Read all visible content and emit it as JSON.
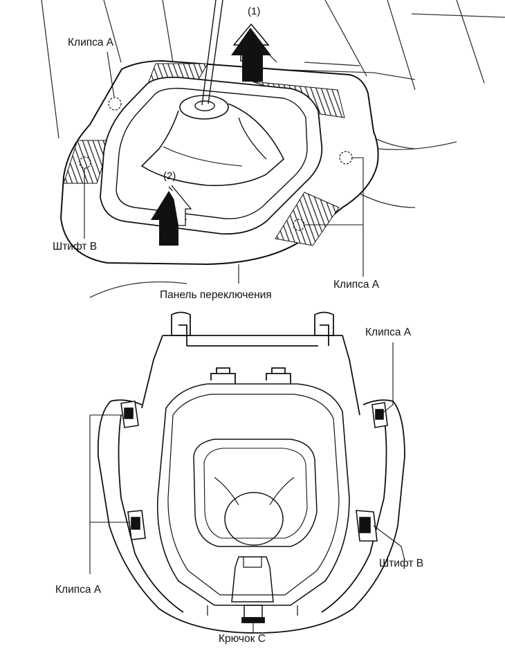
{
  "labels": {
    "clip_a_top_left": "Клипса A",
    "pin_b_top": "Штифт B",
    "clip_a_top_right": "Клипса A",
    "panel_caption": "Панель переключения",
    "clip_a_bottom_right": "Клипса A",
    "clip_a_bottom_left": "Клипса A",
    "pin_b_bottom": "Штифт B",
    "hook_c": "Крючок C"
  },
  "arrows": {
    "step_1": "(1)",
    "step_2": "(2)"
  }
}
